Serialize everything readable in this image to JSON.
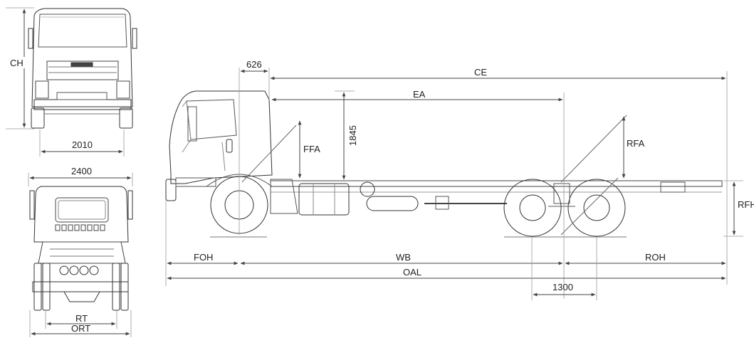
{
  "labels": {
    "ch": "CH",
    "front_width": "2010",
    "overall_width": "2400",
    "rt": "RT",
    "ort": "ORT",
    "cab_offset": "626",
    "ce": "CE",
    "ea": "EA",
    "cab_height": "1845",
    "ffa": "FFA",
    "rfa": "RFA",
    "rfh": "RFH",
    "foh": "FOH",
    "wb": "WB",
    "roh": "ROH",
    "oal": "OAL",
    "tandem_spacing": "1300"
  },
  "colors": {
    "line": "#333333",
    "dim": "#555555",
    "light": "#999999"
  }
}
